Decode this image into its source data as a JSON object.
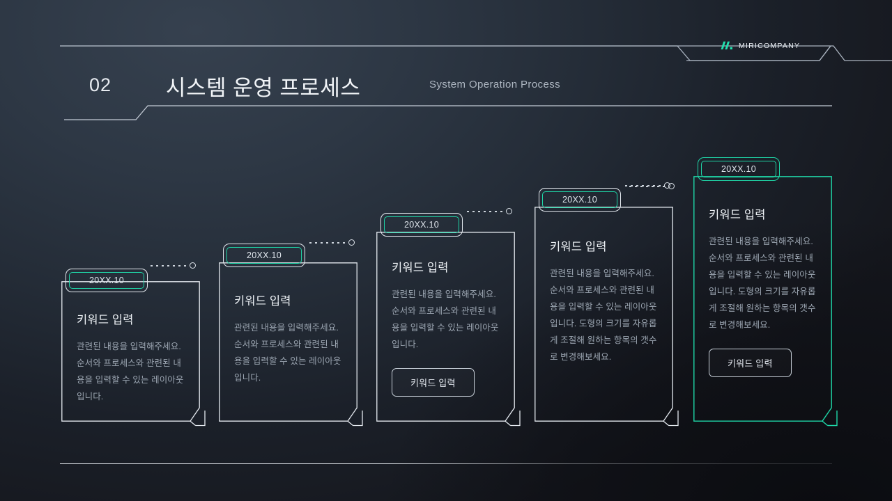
{
  "brand": {
    "name": "MIRICOMPANY",
    "mark_color": "#22e0ae"
  },
  "header": {
    "section_number": "02",
    "title": "시스템 운영 프로세스",
    "subtitle": "System Operation Process"
  },
  "theme": {
    "accent": "#1fd7a8",
    "line": "#dfe5ec",
    "text_primary": "#eef2f6",
    "text_muted": "#9ba5b1",
    "background_top": "#36414f",
    "background_bottom": "#14161c"
  },
  "timeline": {
    "cards": [
      {
        "date": "20XX.10",
        "title": "키워드 입력",
        "description": "관련된 내용을 입력해주세요. 순서와 프로세스와 관련된 내용을 입력할 수 있는 레이아웃 입니다.",
        "button": null,
        "highlighted": false
      },
      {
        "date": "20XX.10",
        "title": "키워드 입력",
        "description": "관련된 내용을 입력해주세요. 순서와 프로세스와 관련된 내용을 입력할 수 있는 레이아웃 입니다.",
        "button": null,
        "highlighted": false
      },
      {
        "date": "20XX.10",
        "title": "키워드 입력",
        "description": "관련된 내용을 입력해주세요. 순서와 프로세스와 관련된 내용을 입력할 수 있는 레이아웃 입니다.",
        "button": "키워드 입력",
        "highlighted": false
      },
      {
        "date": "20XX.10",
        "title": "키워드 입력",
        "description": "관련된 내용을 입력해주세요. 순서와 프로세스와 관련된 내용을 입력할 수 있는 레이아웃 입니다. 도형의 크기를 자유롭게 조절해 원하는 항목의 갯수로 변경해보세요.",
        "button": null,
        "highlighted": false
      },
      {
        "date": "20XX.10",
        "title": "키워드 입력",
        "description": "관련된 내용을 입력해주세요. 순서와 프로세스와 관련된 내용을 입력할 수 있는 레이아웃 입니다. 도형의 크기를 자유롭게 조절해 원하는 항목의 갯수로 변경해보세요.",
        "button": "키워드 입력",
        "highlighted": true
      }
    ]
  }
}
